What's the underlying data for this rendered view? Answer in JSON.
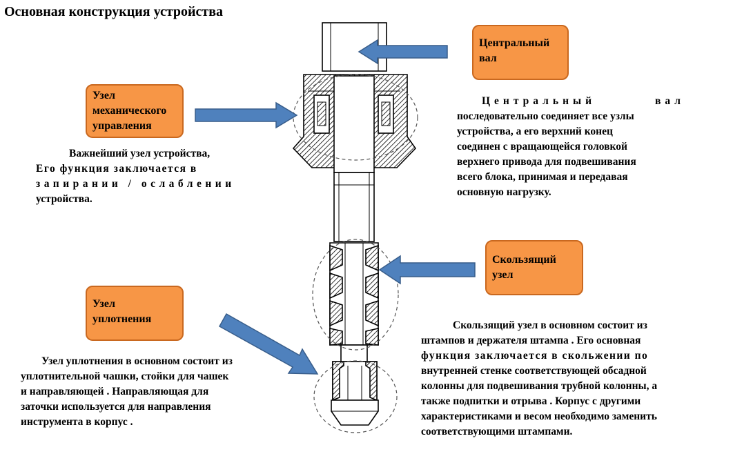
{
  "title": "Основная конструкция устройства",
  "labels": {
    "central_shaft": "Центральный вал",
    "mech_control": "Узел механического управления",
    "sliding": "Скользящий узел",
    "seal": "Узел уплотнения"
  },
  "descriptions": {
    "central_shaft": [
      "Центральный вал",
      "последовательно соединяет все узлы",
      "устройства, а его верхний конец",
      "соединен с вращающейся головкой",
      "верхнего привода для подвешивания",
      "всего блока, принимая и передавая",
      "основную нагрузку."
    ],
    "mech_control": [
      "Важнейший узел устройства,",
      "Его функция заключается в",
      "запирании / ослаблении",
      "устройства."
    ],
    "sliding": [
      "Скользящий узел в основном состоит из",
      "штампов и держателя штампа . Его основная",
      "функция заключается в скольжении по",
      "внутренней стенке соответствующей обсадной",
      "колонны для подвешивания трубной колонны, а",
      "также подпитки и отрыва . Корпус с другими",
      "характеристиками и весом необходимо заменить",
      "соответствующими штампами."
    ],
    "seal": [
      "Узел уплотнения в основном состоит из",
      "уплотнительной чашки, стойки для чашек",
      "и направляющей . Направляющая для",
      "заточки используется для направления",
      "инструмента в корпус ."
    ]
  },
  "colors": {
    "label_fill": "#f79646",
    "label_border": "#c9681f",
    "arrow_fill": "#4f81bd",
    "arrow_stroke": "#385d8a",
    "hatch": "#000000"
  }
}
